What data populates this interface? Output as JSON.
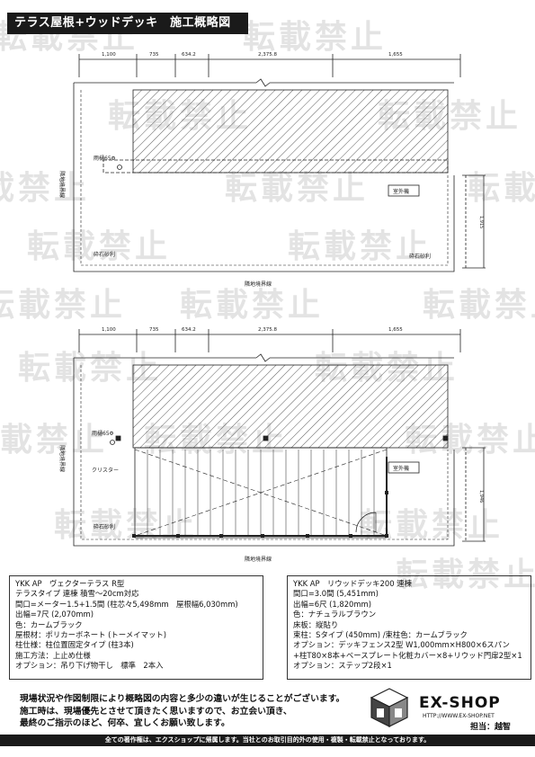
{
  "title": "テラス屋根+ウッドデッキ　施工概略図",
  "watermark": "転載禁止",
  "plan_top": {
    "dimensions": [
      "1,100",
      "735",
      "634.2",
      "2,375.8",
      "1,655"
    ],
    "labels": {
      "rain_gutter": "雨樋65Φ",
      "outdoor_unit": "室外機",
      "gravel_left": "砕石砂利",
      "gravel_right": "砕石砂利",
      "boundary_bottom": "隣地境界線",
      "boundary_left": "隣地境界線",
      "dim_side": "1,915"
    }
  },
  "plan_bottom": {
    "dimensions": [
      "1,100",
      "735",
      "634.2",
      "2,375.8",
      "1,655"
    ],
    "labels": {
      "rain_gutter": "雨樋65Φ",
      "outdoor_unit": "室外機",
      "crisscross": "クリスター",
      "gravel": "砕石砂利",
      "boundary_bottom": "隣地境界線",
      "boundary_left": "隣地境界線",
      "dim_side": "1,946"
    }
  },
  "spec_left": [
    "YKK AP　ヴェクターテラス R型",
    "テラスタイプ 連棟 積雪～20cm対応",
    "間口=メーター1.5+1.5間 (柱芯々5,498mm　屋根幅6,030mm)",
    "出幅=7尺 (2,070mm)",
    "色：カームブラック",
    "屋根材：ポリカーボネート (トーメイマット)",
    "柱仕様：柱位置固定タイプ (柱3本)",
    "施工方法：上止め仕様",
    "オプション：吊り下げ物干し　標準　2本入"
  ],
  "spec_right": [
    "YKK AP　リウッドデッキ200 連棟",
    "間口=3.0間 (5,451mm)",
    "出幅=6尺 (1,820mm)",
    "色：ナチュラルブラウン",
    "床板：縦貼り",
    "束柱：Sタイプ (450mm) /束柱色：カームブラック",
    "オプション：デッキフェンス2型 W1,000mm×H800×6スパン",
    "+柱T80×8本+ベースプレート化粧カバー×8+リウッド門扉2型×1",
    "オプション：ステップ2段×1"
  ],
  "notice": [
    "現場状況や作図制限により概略図の内容と多少の違いが生じることがございます。",
    "施工時は、現場優先とさせて頂きたく思いますので、お立会い頂き、",
    "最終のご指示のほど、何卒、宜しくお願い致します。"
  ],
  "brand": "EX-SHOP",
  "brand_url": "HTTP://WWW.EX-SHOP.NET",
  "staff": "担当：越智",
  "footer": "全ての著作権は、エクスショップに帰属します。当社とのお取引目的外の使用・複製・転載禁止となっております。",
  "colors": {
    "bar": "#1a1a1a",
    "line": "#222222",
    "watermark": "#cccccc"
  }
}
